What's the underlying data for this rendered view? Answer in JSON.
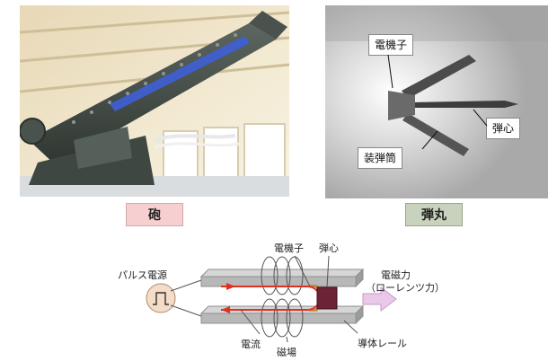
{
  "photos": {
    "cannon": {
      "caption": "砲"
    },
    "projectile": {
      "caption": "弾丸",
      "callouts": {
        "armature": "電機子",
        "core": "弾心",
        "sabot": "装弾筒"
      }
    }
  },
  "diagram": {
    "labels": {
      "pulse_power": "パルス電源",
      "pulse_symbol": "⎍",
      "armature": "電機子",
      "core": "弾心",
      "force_line1": "電磁力",
      "force_line2": "（ローレンツ力）",
      "current": "電流",
      "magnetic_field": "磁場",
      "conductor_rail": "導体レール"
    }
  },
  "colors": {
    "caption_gun_bg": "#f6d0d0",
    "caption_bullet_bg": "#c9d2bd",
    "rail": "#b8b8b8",
    "current": "#e0301e",
    "force_arrow": "#e9c8e9"
  }
}
